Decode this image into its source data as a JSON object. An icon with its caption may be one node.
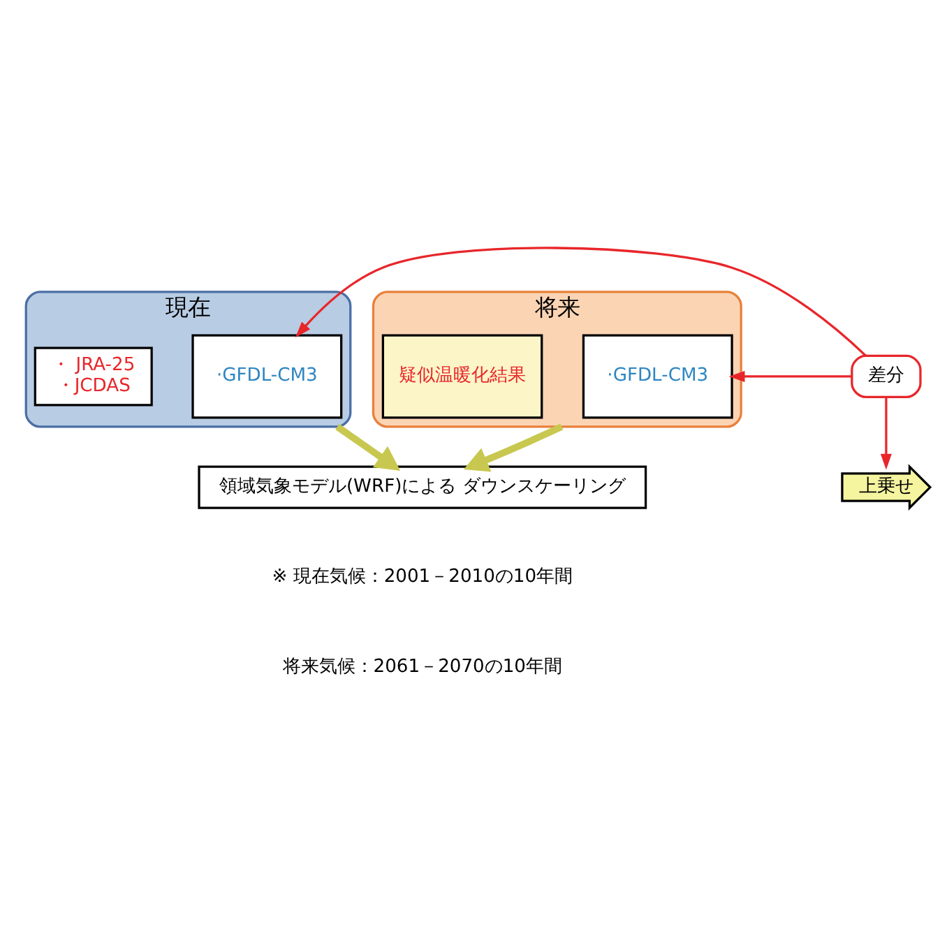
{
  "diagram": {
    "nodes": [
      {
        "text": [
          "現在"
        ]
      },
      {
        "text": [
          "·GFDL-CM3"
        ],
        "in": 0
      },
      {
        "text": [
          "・ JRA-25",
          "・JCDAS"
        ],
        "in": 0
      },
      {
        "text": [
          "将来"
        ]
      },
      {
        "text": [
          "·GFDL-CM3"
        ],
        "in": 3
      },
      {
        "text": [
          "疑似温暖化結果"
        ],
        "in": 3
      },
      {
        "text": [
          "差分"
        ]
      },
      {
        "text": [
          "上乗せ"
        ]
      },
      {
        "text": [
          "領域気象モデル(WRF)による ダウンスケーリング"
        ]
      }
    ],
    "edges": [
      {
        "from": 6,
        "to": 1,
        "arrow": "to",
        "color": "#e8262a"
      },
      {
        "from": 6,
        "to": 4,
        "arrow": "to",
        "color": "#e8262a"
      },
      {
        "from": 6,
        "to": 7,
        "arrow": "to",
        "color": "#e8262a"
      },
      {
        "from": 0,
        "to": 8,
        "arrow": "to",
        "style": "thick",
        "color": "#c8c850"
      },
      {
        "from": 3,
        "to": 8,
        "arrow": "to",
        "style": "thick",
        "color": "#c8c850"
      }
    ],
    "labels": [
      "※ 現在気候：2001－2010の10年間",
      "将来気候：2061－2070の10年間"
    ]
  }
}
